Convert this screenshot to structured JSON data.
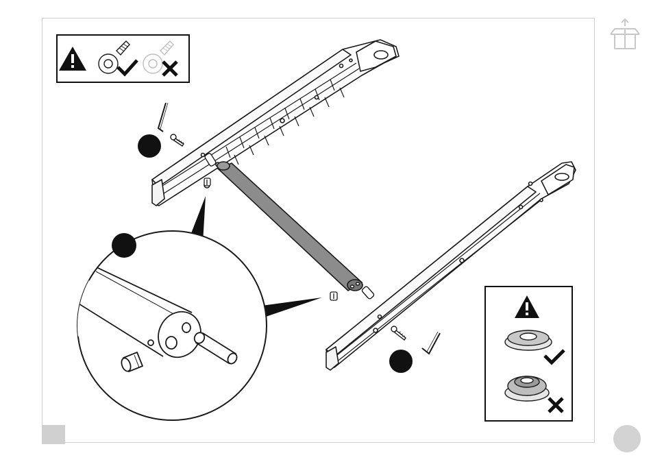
{
  "page": {
    "title": "",
    "step_number": "",
    "page_number": ""
  },
  "icons": {
    "top_right": "open-box-icon",
    "warning": "warning-triangle-icon",
    "correct": "checkmark-icon",
    "incorrect": "x-mark-icon",
    "tool": "allen-key-icon"
  },
  "colors": {
    "line": "#1a1a1a",
    "crossbar": "#8c8c8c",
    "frame": "#cfcfcf",
    "marker": "#d0d0d0",
    "highlight_dot": "#111111"
  },
  "parts": {
    "bolt_callouts": [
      "dot",
      "dot"
    ],
    "detail_callout": "dot"
  }
}
